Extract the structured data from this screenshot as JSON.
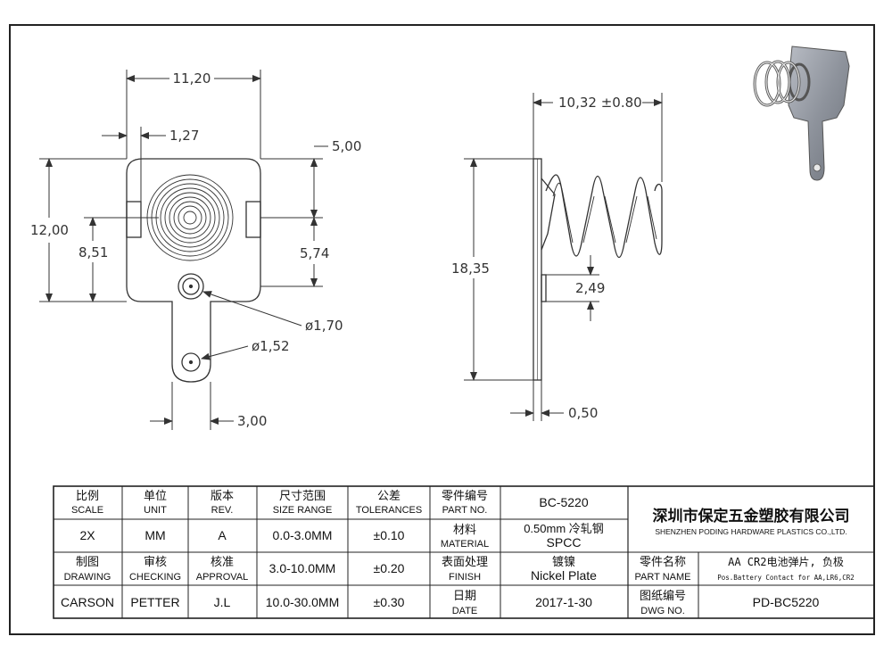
{
  "dimensions": {
    "front_width": "11,20",
    "slot_offset": "1,27",
    "top_height": "5,00",
    "total_height": "12,00",
    "center_height": "8,51",
    "hole_height": "5,74",
    "hole_dia": "ø1,70",
    "tab_hole_dia": "ø1,52",
    "tab_width": "3,00",
    "spring_length": "10,32 ±0.80",
    "side_height": "18,35",
    "side_offset": "2,49",
    "thickness": "0,50"
  },
  "title_block": {
    "scale": {
      "cn": "比例",
      "en": "SCALE",
      "value": "2X"
    },
    "unit": {
      "cn": "单位",
      "en": "UNIT",
      "value": "MM"
    },
    "rev": {
      "cn": "版本",
      "en": "REV.",
      "value": "A"
    },
    "size_range": {
      "cn": "尺寸范围",
      "en": "SIZE RANGE",
      "r1": "0.0-3.0MM",
      "r2": "3.0-10.0MM",
      "r3": "10.0-30.0MM"
    },
    "tolerances": {
      "cn": "公差",
      "en": "TOLERANCES",
      "t1": "±0.10",
      "t2": "±0.20",
      "t3": "±0.30"
    },
    "part_no": {
      "cn": "零件编号",
      "en": "PART NO.",
      "value": "BC-5220"
    },
    "material": {
      "cn": "材料",
      "en": "MATERIAL",
      "v1": "0.50mm 冷轧钢",
      "v2": "SPCC"
    },
    "finish": {
      "cn": "表面处理",
      "en": "FINISH",
      "v1": "镀镍",
      "v2": "Nickel Plate"
    },
    "date": {
      "cn": "日期",
      "en": "DATE",
      "value": "2017-1-30"
    },
    "drawing": {
      "cn": "制图",
      "en": "DRAWING",
      "value": "CARSON"
    },
    "checking": {
      "cn": "审核",
      "en": "CHECKING",
      "value": "PETTER"
    },
    "approval": {
      "cn": "核准",
      "en": "APPROVAL",
      "value": "J.L"
    },
    "company_cn": "深圳市保定五金塑胶有限公司",
    "company_en": "SHENZHEN PODING HARDWARE PLASTICS CO.,LTD.",
    "part_name": {
      "cn": "零件名称",
      "en": "PART NAME",
      "v1": "AA CR2电池弹片, 负极",
      "v2": "Pos.Battery Contact for AA,LR6,CR2"
    },
    "dwg_no": {
      "cn": "图纸编号",
      "en": "DWG NO.",
      "value": "PD-BC5220"
    }
  }
}
